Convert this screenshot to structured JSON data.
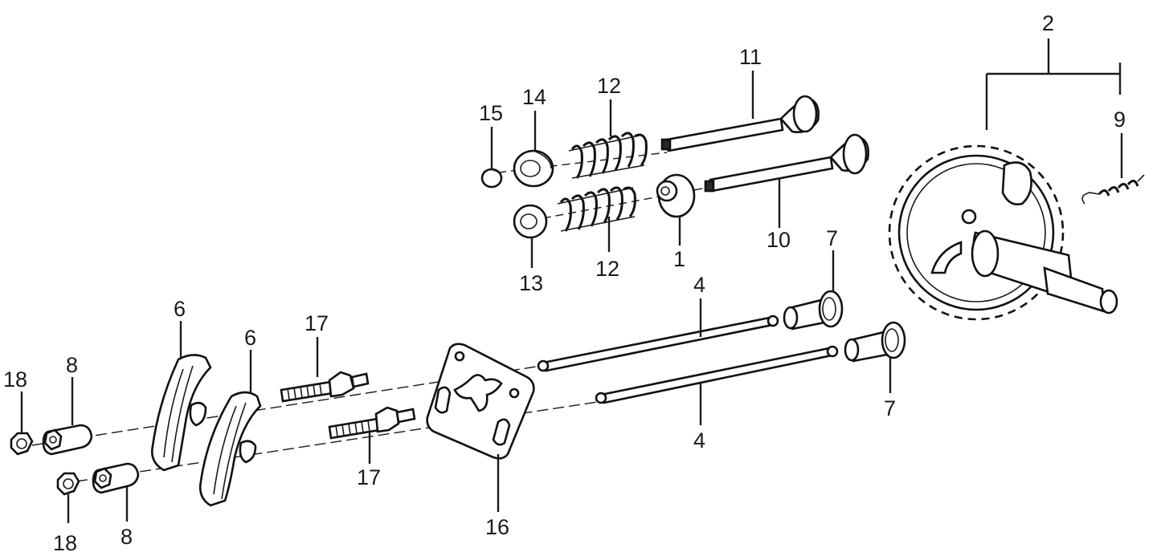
{
  "diagram": {
    "callouts": [
      {
        "id": "c18a",
        "label": "18"
      },
      {
        "id": "c8a",
        "label": "8"
      },
      {
        "id": "c6a",
        "label": "6"
      },
      {
        "id": "c6b",
        "label": "6"
      },
      {
        "id": "c17a",
        "label": "17"
      },
      {
        "id": "c18b",
        "label": "18"
      },
      {
        "id": "c8b",
        "label": "8"
      },
      {
        "id": "c17b",
        "label": "17"
      },
      {
        "id": "c16",
        "label": "16"
      },
      {
        "id": "c4a",
        "label": "4"
      },
      {
        "id": "c4b",
        "label": "4"
      },
      {
        "id": "c7a",
        "label": "7"
      },
      {
        "id": "c7b",
        "label": "7"
      },
      {
        "id": "c15",
        "label": "15"
      },
      {
        "id": "c14",
        "label": "14"
      },
      {
        "id": "c12a",
        "label": "12"
      },
      {
        "id": "c11",
        "label": "11"
      },
      {
        "id": "c13",
        "label": "13"
      },
      {
        "id": "c12b",
        "label": "12"
      },
      {
        "id": "c1",
        "label": "1"
      },
      {
        "id": "c10",
        "label": "10"
      },
      {
        "id": "c2",
        "label": "2"
      },
      {
        "id": "c9",
        "label": "9"
      }
    ]
  }
}
